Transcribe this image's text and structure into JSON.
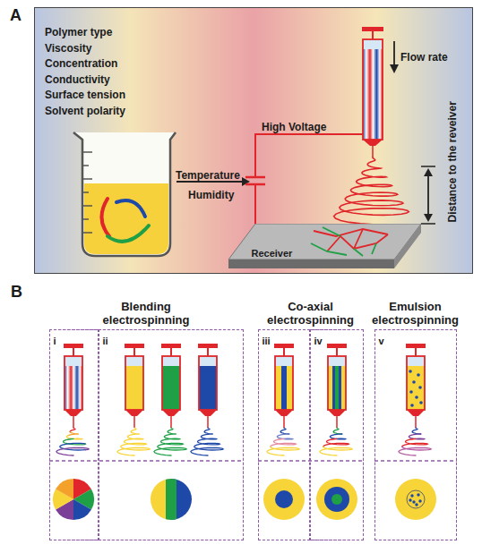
{
  "diagram": {
    "nodes": [
      {
        "text": [
          "A"
        ]
      },
      {
        "text": [
          "Receiver"
        ],
        "in": 0
      },
      {
        "text": [
          "Blending electrospinning"
        ]
      },
      {
        "text": [
          "i"
        ],
        "in": 2
      },
      {
        "text": [
          "ii"
        ],
        "in": 2
      },
      {
        "text": [
          "Co-axial electrospinning"
        ]
      },
      {
        "text": [
          "iii"
        ],
        "in": 5
      },
      {
        "text": [
          "iv"
        ],
        "in": 5
      },
      {
        "text": [
          "Emulsion electrospinning"
        ]
      },
      {
        "text": [
          "v"
        ],
        "in": 8
      }
    ],
    "labels": [
      "Polymer type",
      "Viscosity",
      "Concentration",
      "Conductivity",
      "Surface tension",
      "Solvent polarity",
      "Temperature",
      "Humidity",
      "Flow rate",
      "High Voltage",
      "Distance to the reveiver",
      "B"
    ]
  }
}
